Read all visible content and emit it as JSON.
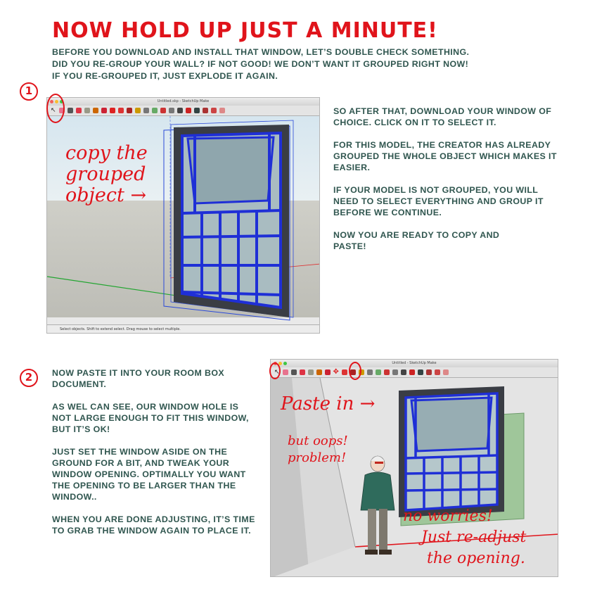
{
  "title": "Now hold up just a minute!",
  "intro": {
    "line1": "Before you download and install that window, let’s double check something.",
    "line2": "Did you re-group your wall?  If not good!  We don’t want it grouped right now!",
    "line3": "If you re-grouped it, just explode it again."
  },
  "step1": {
    "number": "1",
    "window_title": "Untitled.skp - SketchUp Make",
    "status_text": "Select objects. Shift to extend select. Drag mouse to select multiple.",
    "annotation": [
      "copy the",
      "grouped",
      "object →"
    ],
    "paragraphs": [
      "So after that, download your window of choice.  Click on it to select it.",
      "For this model, the creator has already grouped the whole object which makes it easier.",
      "If your model is not grouped, you will need to select everything and group it before we continue.",
      "Now you are ready to copy and paste!"
    ]
  },
  "step2": {
    "number": "2",
    "window_title": "Untitled - SketchUp Make",
    "paragraphs": [
      "Now paste it into your room box document.",
      "As wel can see, our window hole is not large enough to fit this window, but it’s ok!",
      "Just set the window aside on the ground for a bit, and tweak your window opening. Optimally you want the opening to be larger than the window..",
      "When you are done adjusting, it’s time to grab the window again to place it."
    ],
    "annotation_paste": "Paste in →",
    "annotation_oops": [
      "but oops!",
      "problem!"
    ],
    "annotation_fix": [
      "no worries!",
      "Just re-adjust",
      "the opening."
    ]
  },
  "colors": {
    "accent_red": "#e0141b",
    "body_text": "#30564f",
    "window_blue": "#1f2fd6",
    "frame_dark": "#3a3d44"
  }
}
